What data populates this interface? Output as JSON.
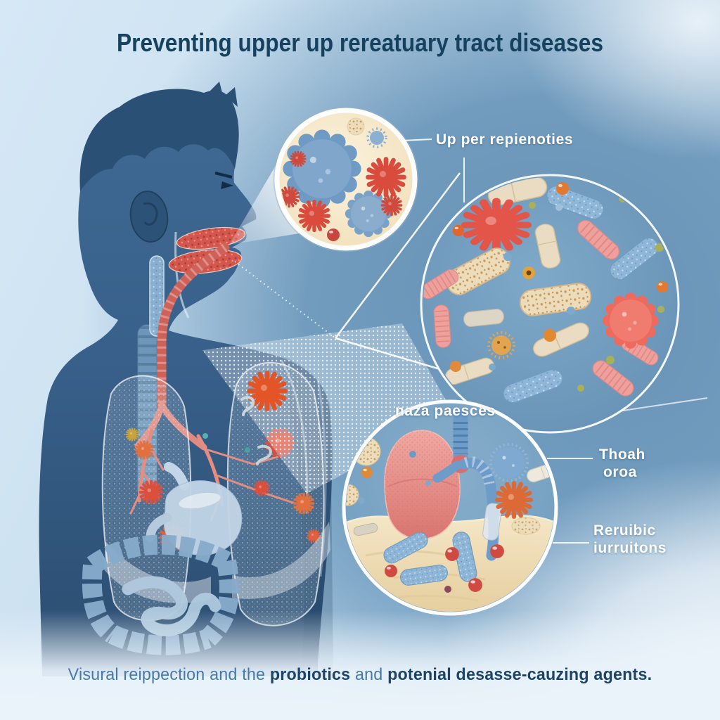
{
  "title": "Preventing upper up rereatuary tract diseases",
  "labels": {
    "upper_airways": "Up per repienoties",
    "nasal_passages": "naza paesces",
    "throat": {
      "line1": "Thoah",
      "line2": "oroa"
    },
    "irritants": {
      "line1": "Reruibic",
      "line2": "iurruitons"
    }
  },
  "caption": {
    "lead": "Visural reippection and the",
    "bold1": "probiotics",
    "mid": "and",
    "bold2": "potenial desasse-cauzing",
    "bold3": "agents."
  },
  "colors": {
    "title_text": "#17425f",
    "caption_regular": "#4679ab",
    "caption_bold": "#1d4468",
    "label_text": "#ffffff",
    "background_light": "#cfe3f1",
    "background_steel_blue": "#6590b3",
    "body_silhouette": "#35597c",
    "inset_cream": "#f6ead0",
    "inset_blue": "#74a0c2",
    "sand": "#eedab4",
    "virus_red": "#d94b3c",
    "virus_blue": "#6f9ac4",
    "bacteria_tan": "#e9dcc2",
    "bacteria_pink": "#f0a09c",
    "bacteria_blue": "#8fb6d6",
    "lung_pink": "#ec9a94"
  }
}
